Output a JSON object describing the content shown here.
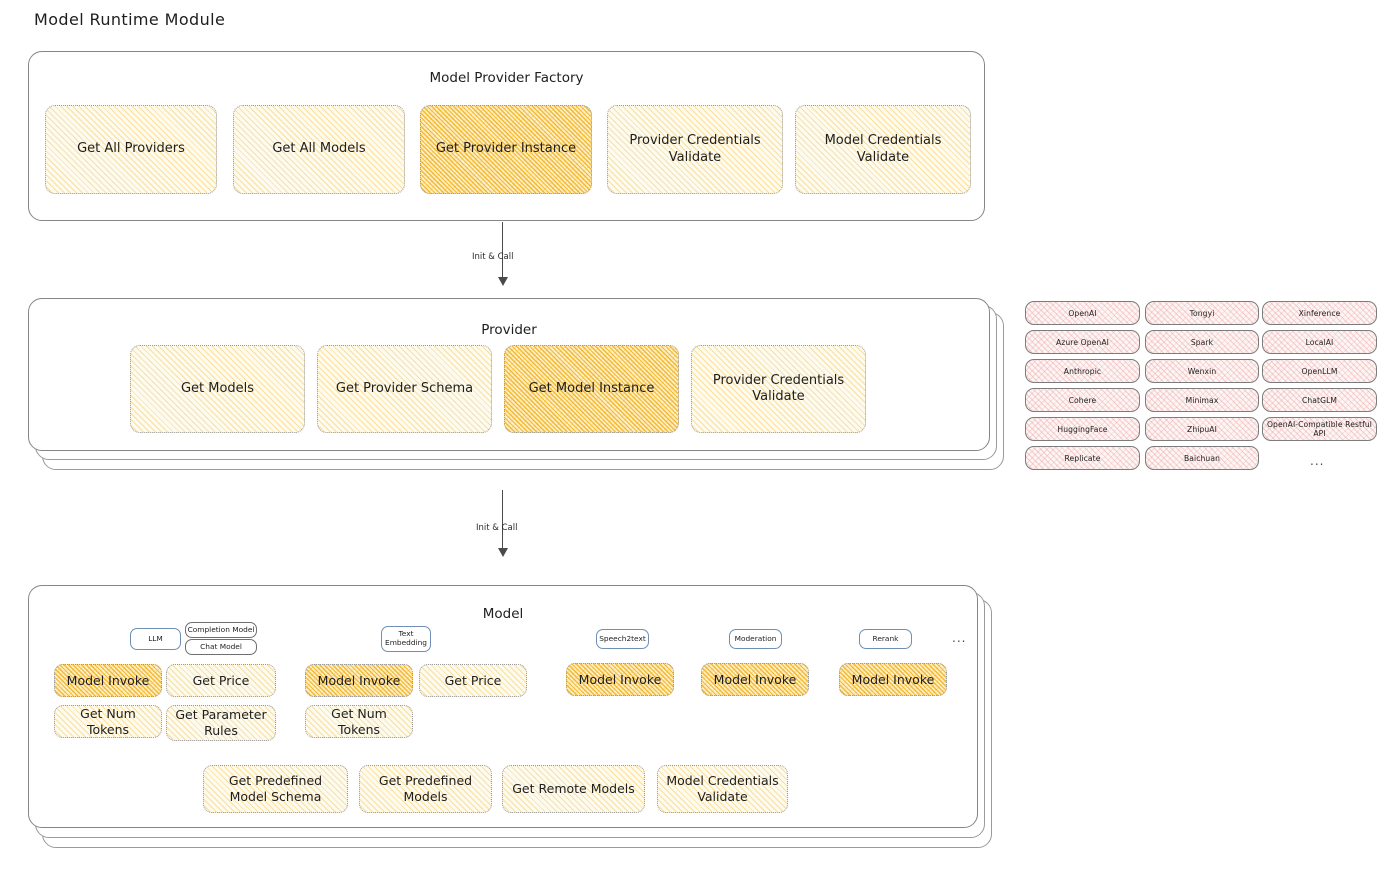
{
  "page": {
    "title": "Model Runtime Module"
  },
  "factory": {
    "title": "Model Provider Factory",
    "nodes": [
      {
        "label": "Get All Providers",
        "highlight": false
      },
      {
        "label": "Get All Models",
        "highlight": false
      },
      {
        "label": "Get Provider Instance",
        "highlight": true
      },
      {
        "label": "Provider Credentials Validate",
        "highlight": false
      },
      {
        "label": "Model Credentials Validate",
        "highlight": false
      }
    ]
  },
  "arrows": [
    {
      "label": "Init & Call"
    },
    {
      "label": "Init & Call"
    }
  ],
  "provider": {
    "title": "Provider",
    "nodes": [
      {
        "label": "Get Models",
        "highlight": false
      },
      {
        "label": "Get Provider Schema",
        "highlight": false
      },
      {
        "label": "Get Model Instance",
        "highlight": true
      },
      {
        "label": "Provider Credentials Validate",
        "highlight": false
      }
    ]
  },
  "provider_list": {
    "columns": [
      {
        "items": [
          "OpenAI",
          "Azure OpenAI",
          "Anthropic",
          "Cohere",
          "HuggingFace",
          "Replicate"
        ]
      },
      {
        "items": [
          "Tongyi",
          "Spark",
          "Wenxin",
          "Minimax",
          "ZhipuAI",
          "Baichuan"
        ]
      },
      {
        "items": [
          "Xinference",
          "LocalAI",
          "OpenLLM",
          "ChatGLM",
          "OpenAI-Compatible Restful API"
        ]
      }
    ],
    "more": "..."
  },
  "model": {
    "title": "Model",
    "more": "...",
    "groups": [
      {
        "badge": "LLM",
        "sub_badges": [
          "Completion Model",
          "Chat Model"
        ],
        "methods": [
          {
            "label": "Model Invoke",
            "highlight": true
          },
          {
            "label": "Get Price",
            "highlight": false
          },
          {
            "label": "Get Num Tokens",
            "highlight": false
          },
          {
            "label": "Get Parameter Rules",
            "highlight": false
          }
        ]
      },
      {
        "badge": "Text Embedding",
        "sub_badges": [],
        "methods": [
          {
            "label": "Model Invoke",
            "highlight": true
          },
          {
            "label": "Get Price",
            "highlight": false
          },
          {
            "label": "Get Num Tokens",
            "highlight": false
          }
        ]
      },
      {
        "badge": "Speech2text",
        "sub_badges": [],
        "methods": [
          {
            "label": "Model Invoke",
            "highlight": true
          }
        ]
      },
      {
        "badge": "Moderation",
        "sub_badges": [],
        "methods": [
          {
            "label": "Model Invoke",
            "highlight": true
          }
        ]
      },
      {
        "badge": "Rerank",
        "sub_badges": [],
        "methods": [
          {
            "label": "Model Invoke",
            "highlight": true
          }
        ]
      }
    ],
    "common_methods": [
      {
        "label": "Get Predefined Model Schema"
      },
      {
        "label": "Get Predefined Models"
      },
      {
        "label": "Get Remote Models"
      },
      {
        "label": "Model Credentials Validate"
      }
    ]
  },
  "colors": {
    "stroke": "#1e1e1e",
    "panel_border": "#868686",
    "node_fill": "#fdfaef",
    "node_fill_highlight": "#fdefc9",
    "provider_fill": "#fdf4f4",
    "badge_fill": "#f2f7fd",
    "arrow": "#4a4a4a"
  }
}
